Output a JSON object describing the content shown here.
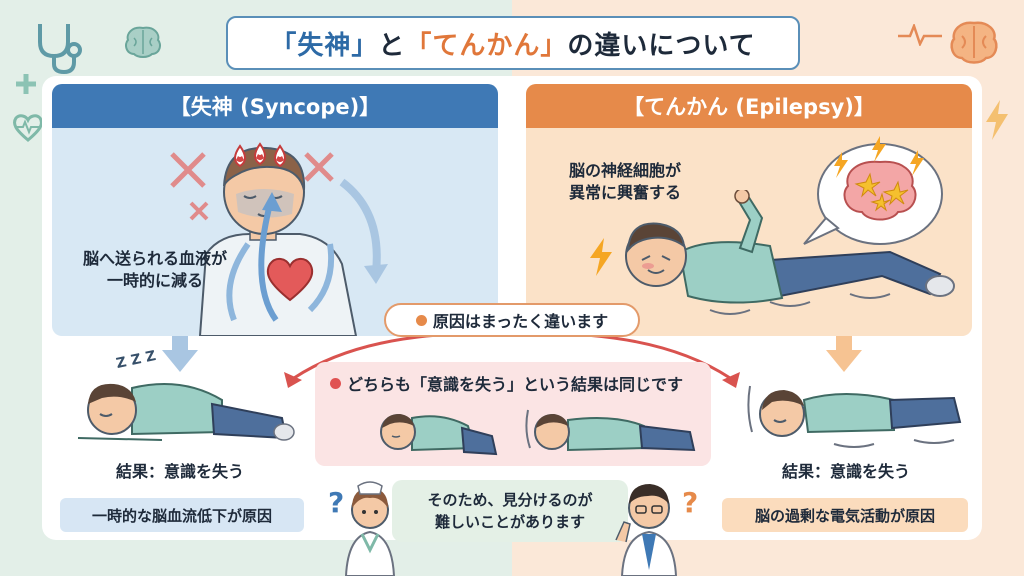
{
  "title": {
    "part1": "「失神」",
    "part2": "と",
    "part3": "「てんかん」",
    "part4": "の違いについて"
  },
  "syncope": {
    "header": "【失神 (Syncope)】",
    "caption_line1": "脳へ送られる血液が",
    "caption_line2": "一時的に減る",
    "result": "結果：意識を失う",
    "cause": "一時的な脳血流低下が原因"
  },
  "epilepsy": {
    "header": "【てんかん (Epilepsy)】",
    "caption_line1": "脳の神経細胞が",
    "caption_line2": "異常に興奮する",
    "result": "結果：意識を失う",
    "cause": "脳の過剰な電気活動が原因"
  },
  "center": {
    "cause_pill": "原因はまったく違います",
    "common_result": "どちらも「意識を失う」という結果は同じです",
    "note_line1": "そのため、見分けるのが",
    "note_line2": "難しいことがあります"
  },
  "decor": {
    "zzz": "Z Z Z",
    "question": "?"
  },
  "colors": {
    "syncope_accent": "#3f79b5",
    "epilepsy_accent": "#e68a4a",
    "dot_orange": "#e68a4a",
    "dot_red": "#e05252",
    "arrow_red": "#d9534f"
  },
  "icons": [
    "stethoscope-icon",
    "brain-icon",
    "heart-pulse-icon",
    "plus-icon",
    "lightning-icon",
    "pulse-line-icon",
    "cross-mark-icon",
    "heart-icon",
    "sparkle-icon"
  ]
}
